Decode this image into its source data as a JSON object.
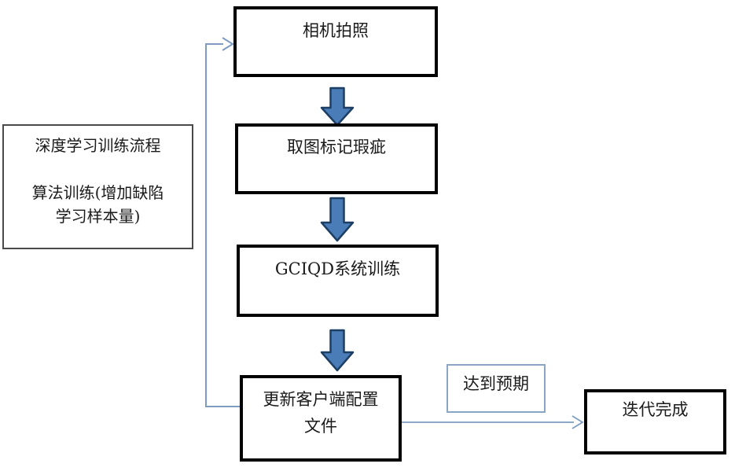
{
  "nodes": {
    "camera": {
      "label": "相机拍照"
    },
    "mark_defects": {
      "label": "取图标记瑕疵"
    },
    "system_training": {
      "label": "GCIQD系统训练"
    },
    "update_config": {
      "label_line1": "更新客户端配置",
      "label_line2": "文件"
    },
    "iteration_done": {
      "label": "迭代完成"
    }
  },
  "annotations": {
    "process_note": {
      "line1": "深度学习训练流程",
      "line2": "算法训练(增加缺陷",
      "line3": "学习样本量)"
    },
    "condition": {
      "label": "达到预期"
    }
  },
  "colors": {
    "box_border": "#000000",
    "note_border": "#4a4a4a",
    "condition_border": "#8ba6c4",
    "connector": "#7e9cc0",
    "block_arrow_fill": "#4a7cb8",
    "block_arrow_stroke": "#1d3f63",
    "text": "#1a1a1a",
    "background": "#ffffff"
  }
}
